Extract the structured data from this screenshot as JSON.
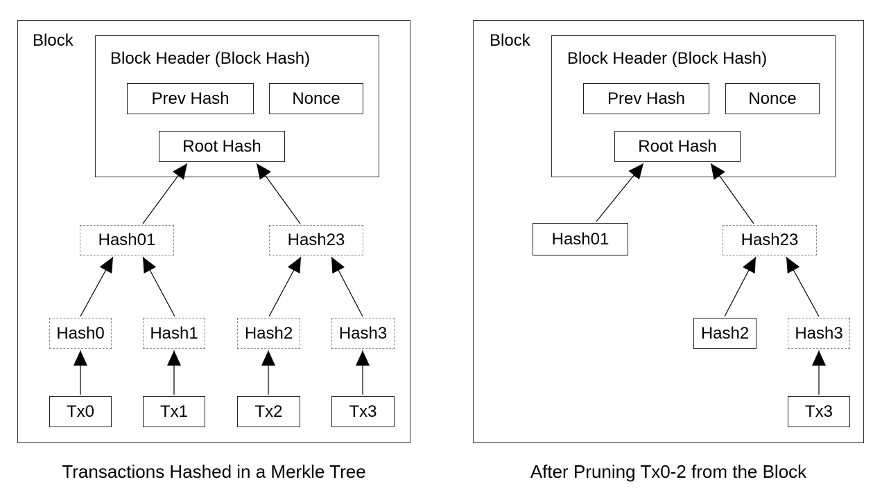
{
  "left": {
    "block_label": "Block",
    "header_label": "Block Header (Block Hash)",
    "prev_hash": "Prev Hash",
    "nonce": "Nonce",
    "root_hash": "Root Hash",
    "hash01": "Hash01",
    "hash23": "Hash23",
    "hash0": "Hash0",
    "hash1": "Hash1",
    "hash2": "Hash2",
    "hash3": "Hash3",
    "tx0": "Tx0",
    "tx1": "Tx1",
    "tx2": "Tx2",
    "tx3": "Tx3",
    "caption": "Transactions Hashed in a Merkle Tree"
  },
  "right": {
    "block_label": "Block",
    "header_label": "Block Header (Block Hash)",
    "prev_hash": "Prev Hash",
    "nonce": "Nonce",
    "root_hash": "Root Hash",
    "hash01": "Hash01",
    "hash23": "Hash23",
    "hash2": "Hash2",
    "hash3": "Hash3",
    "tx3": "Tx3",
    "caption": "After Pruning Tx0-2 from the Block"
  }
}
